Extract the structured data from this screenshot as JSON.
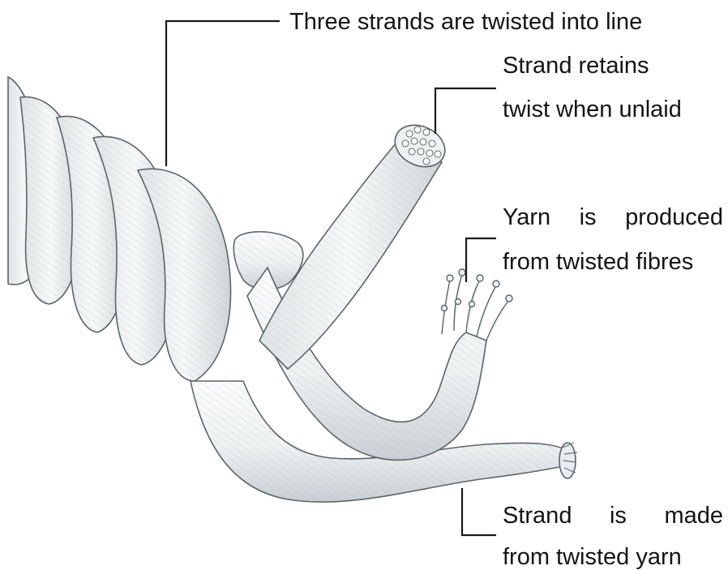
{
  "diagram": {
    "labels": {
      "three_strands": "Three strands are twisted into line",
      "strand_retains_line1": "Strand retains",
      "strand_retains_line2": "twist when unlaid",
      "yarn_line1_w1": "Yarn",
      "yarn_line1_w2": "is",
      "yarn_line1_w3": "produced",
      "yarn_line2": "from twisted fibres",
      "strand_made_line1_w1": "Strand",
      "strand_made_line1_w2": "is",
      "strand_made_line1_w3": "made",
      "strand_made_line2": "from twisted yarn"
    },
    "colors": {
      "rope_fill": "#f1f3f3",
      "rope_shadow": "#c9d0d3",
      "rope_outline": "#5b6468",
      "leader_line": "#1a1a1a"
    }
  }
}
